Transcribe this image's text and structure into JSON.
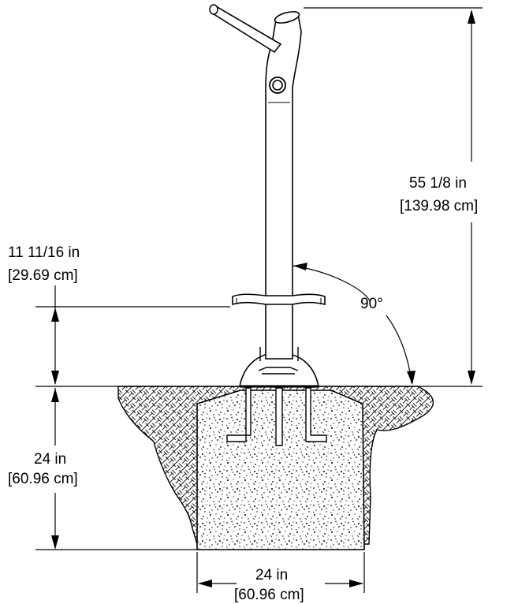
{
  "dimensions": {
    "overall_height": {
      "imperial": "55 1/8 in",
      "metric": "[139.98 cm]"
    },
    "step_height": {
      "imperial": "11 11/16 in",
      "metric": "[29.69 cm]"
    },
    "footing_depth": {
      "imperial": "24 in",
      "metric": "[60.96 cm]"
    },
    "footing_width": {
      "imperial": "24 in",
      "metric": "[60.96 cm]"
    },
    "angle": "90°"
  },
  "colors": {
    "line": "#000000",
    "background": "#ffffff",
    "soil_fill": "#ffffff",
    "concrete_fill": "#ffffff"
  }
}
